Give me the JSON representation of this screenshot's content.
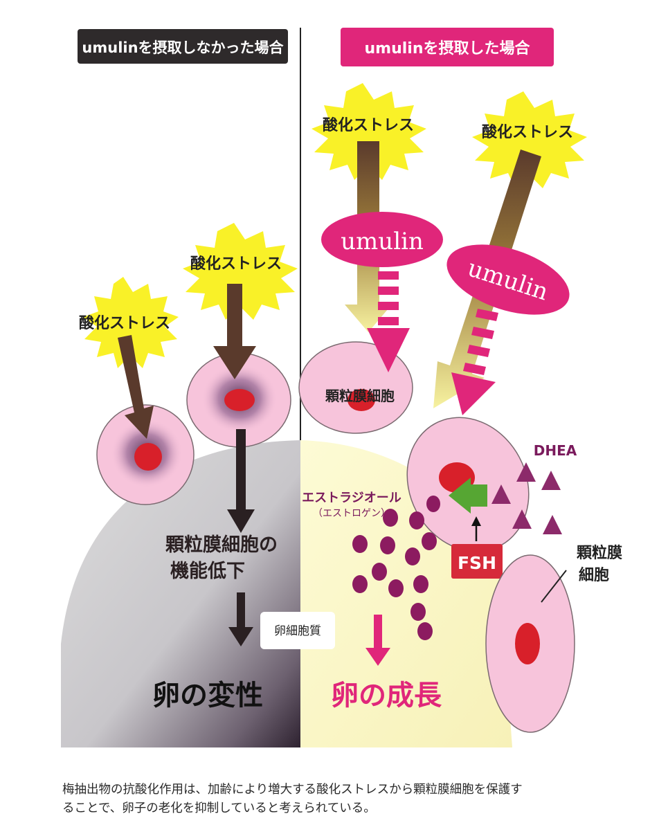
{
  "left_panel": {
    "header": "umulinを摂取しなかった場合",
    "stress_label_1": "酸化ストレス",
    "stress_label_2": "酸化ストレス",
    "decline_line_1": "顆粒膜細胞の",
    "decline_line_2": "機能低下",
    "cytoplasm_label": "卵細胞質",
    "result": "卵の変性"
  },
  "right_panel": {
    "header": "umulinを摂取した場合",
    "stress_label_1": "酸化ストレス",
    "stress_label_2": "酸化ストレス",
    "umulin_label_1": "umulin",
    "umulin_label_2": "umulin",
    "granulosa_small": "顆粒膜細胞",
    "dhea_label": "DHEA",
    "estradiol_label": "エストラジオール",
    "estrogen_label": "（エストロゲン）",
    "fsh_label": "FSH",
    "granulosa_line_1": "顆粒膜",
    "granulosa_line_2": "細胞",
    "result": "卵の成長"
  },
  "caption_line_1": "梅抽出物の抗酸化作用は、加齢により増大する酸化ストレスから顆粒膜細胞を保護す",
  "caption_line_2": "ることで、卵子の老化を抑制していると考えられている。",
  "colors": {
    "dark_header": "#2e2a2b",
    "pink_header": "#e0267a",
    "burst_yellow": "#f9f128",
    "stress_brown": "#5a3a2c",
    "cell_pink": "#f7c4db",
    "nucleus_red": "#d8202a",
    "dot_purple": "#8c1b60",
    "fsh_red": "#d62a3a",
    "arrow_green": "#56a633",
    "growth_pink": "#e0267a"
  }
}
